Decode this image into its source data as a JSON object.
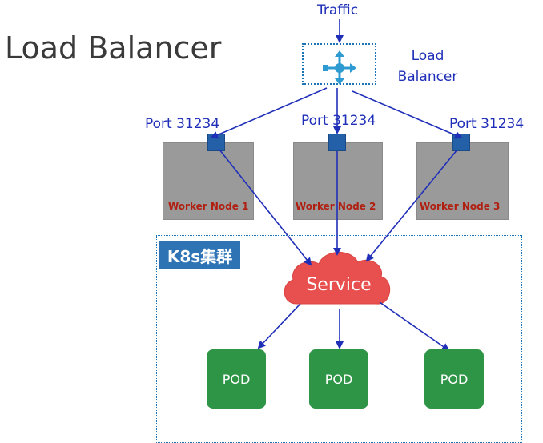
{
  "title": "Load Balancer",
  "traffic_label": "Traffic",
  "load_balancer": {
    "label_line1": "Load",
    "label_line2": "Balancer",
    "icon": "load-balancer-icon"
  },
  "ports": [
    "Port 31234",
    "Port 31234",
    "Port 31234"
  ],
  "nodes": [
    "Worker Node 1",
    "Worker Node 2",
    "Worker Node 3"
  ],
  "cluster_label": "K8s集群",
  "service_label": "Service",
  "pods": [
    "POD",
    "POD",
    "POD"
  ],
  "colors": {
    "arrow": "#1f2fb8",
    "service": "#e8504f",
    "pod": "#2e9446",
    "node": "#9a9a9a",
    "port": "#2360a8",
    "cluster_badge": "#2e74b5"
  }
}
